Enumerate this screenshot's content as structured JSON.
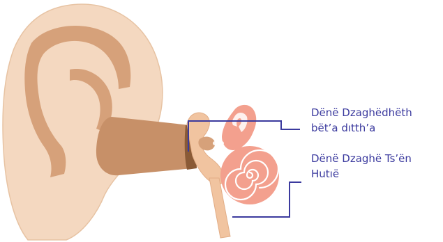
{
  "labels": {
    "outer_ear_canal": {
      "line1": "Dënë Dzaghëdhëth",
      "line2": "bët’a dıtth’a"
    },
    "inner_ear": {
      "line1": "Dënë Dzaghë Ts’ën",
      "line2": "Hutıë"
    }
  },
  "colors": {
    "skin": "#f4d8c0",
    "skin_outline": "#e7c3a3",
    "fold": "#d6a17a",
    "canal": "#c79068",
    "eardrum": "#8a5a36",
    "ossicles": "#f1c4a0",
    "cochlea": "#f3a08e",
    "leader_line": "#3b3a9e",
    "label_text": "#3b3a9e"
  }
}
